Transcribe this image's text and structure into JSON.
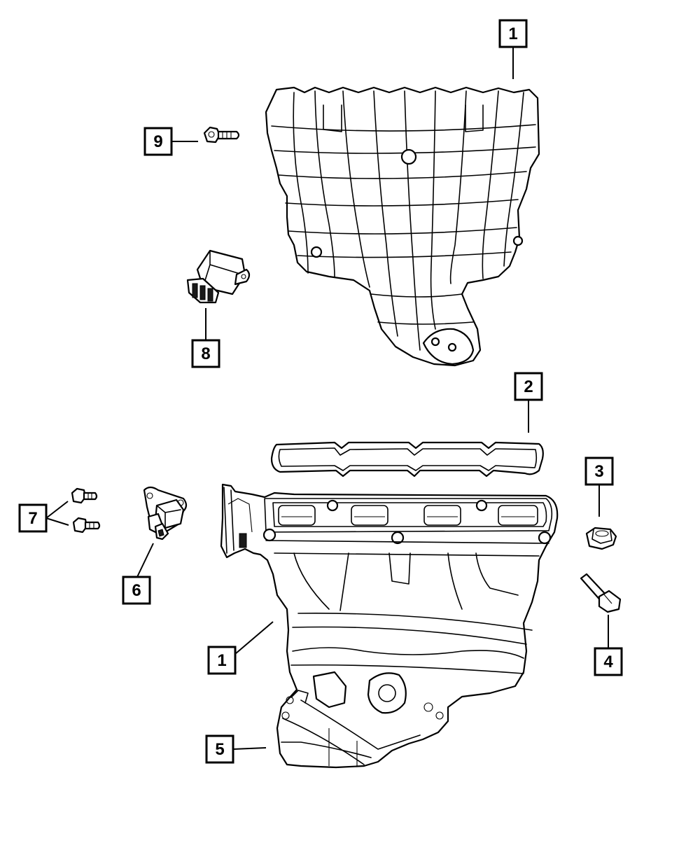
{
  "callouts": [
    {
      "id": "c1a",
      "label": "1"
    },
    {
      "id": "c2",
      "label": "2"
    },
    {
      "id": "c3",
      "label": "3"
    },
    {
      "id": "c4",
      "label": "4"
    },
    {
      "id": "c1b",
      "label": "1"
    },
    {
      "id": "c5",
      "label": "5"
    },
    {
      "id": "c6",
      "label": "6"
    },
    {
      "id": "c7",
      "label": "7"
    },
    {
      "id": "c8",
      "label": "8"
    },
    {
      "id": "c9",
      "label": "9"
    }
  ]
}
